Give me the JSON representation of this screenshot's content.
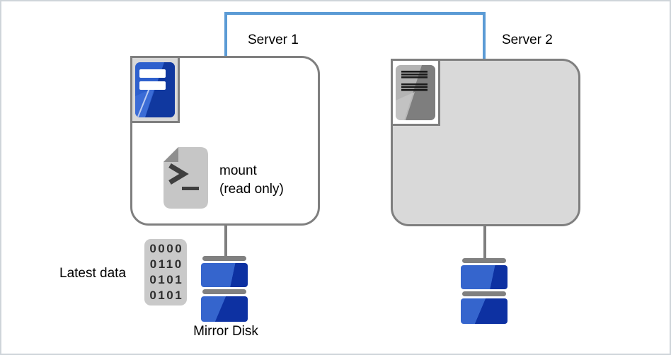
{
  "diagram": {
    "server1_label": "Server 1",
    "server2_label": "Server 2",
    "mount_annotation": {
      "line1": "mount",
      "line2": "(read only)"
    },
    "latest_data_label": "Latest data",
    "mirror_disk_label": "Mirror Disk",
    "binary_icon": {
      "rows": [
        "0000",
        "0110",
        "0101",
        "0101"
      ]
    },
    "icons": {
      "server1": "server-tower-icon-active",
      "server2": "server-tower-icon-standby",
      "mount": "terminal-script-file-icon",
      "latest_data": "binary-data-icon",
      "disks": "mirror-disk-stack-icon"
    },
    "colors": {
      "heartbeat_link_blue": "#5b9bd5",
      "outline_gray": "#7f7f7f",
      "frame_border": "#cfd5da",
      "server1_box_fill": "#ffffff",
      "server2_box_fill": "#d9d9d9",
      "tower_blue": "#2e60cd",
      "tower_blue_dark": "#10389f",
      "tower_gray": "#b4b4b4",
      "tower_gray_dark": "#7e7e7e",
      "document_gray": "#c6c6c6",
      "document_fold_gray": "#8f8f8f",
      "prompt_glyph_gray": "#3f3f3f",
      "disk_blue_light": "#3565cd",
      "disk_blue_dark": "#0d31a2",
      "disk_bar_gray": "#808080",
      "binary_bg_gray": "#c9c9c9",
      "binary_digit_color": "#2e2e2e"
    }
  }
}
